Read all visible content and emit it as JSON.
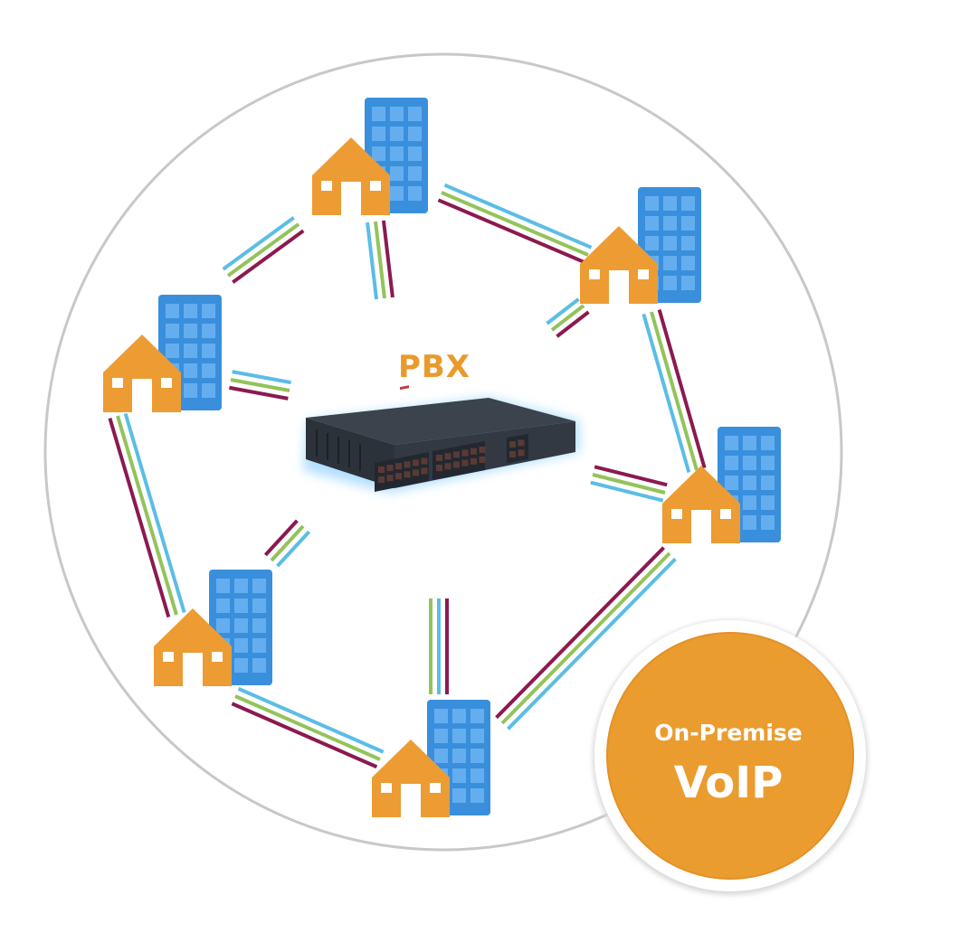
{
  "diagram": {
    "center_label": "PBX",
    "center_device": "pbx-phone-system-unit",
    "badge": {
      "line1": "On-Premise",
      "line2": "VoIP"
    },
    "sites": [
      {
        "id": "site-top"
      },
      {
        "id": "site-upper-right"
      },
      {
        "id": "site-left"
      },
      {
        "id": "site-right"
      },
      {
        "id": "site-lower-left"
      },
      {
        "id": "site-bottom"
      }
    ],
    "link_colors": {
      "blue": "#5bbde6",
      "green": "#93c35a",
      "purple": "#8b1a4f"
    },
    "colors": {
      "house": "#ec9c33",
      "building": "#3a8fdc",
      "window": "#64aef0",
      "badge": "#eb9c2f",
      "ring": "#c8c8c8"
    }
  }
}
